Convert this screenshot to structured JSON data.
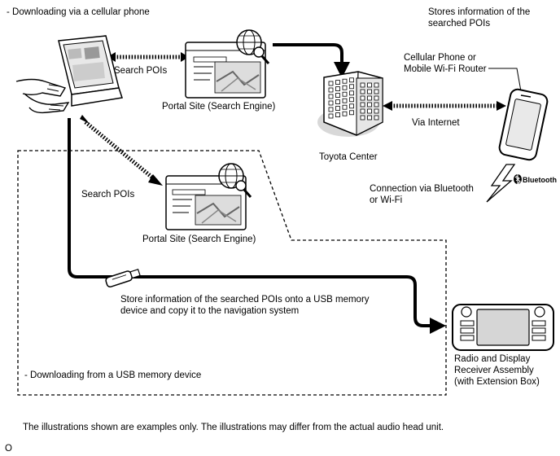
{
  "heading_cellular": "- Downloading via a cellular phone",
  "stores_info": "Stores information of the\nsearched POIs",
  "cellular_phone": "Cellular Phone or\nMobile Wi-Fi Router",
  "search_pois_top": "Search POIs",
  "portal_site_top": "Portal Site (Search Engine)",
  "via_internet": "Via Internet",
  "toyota_center": "Toyota Center",
  "bluetooth_brand": "Bluetooth",
  "connection": "Connection via Bluetooth\nor Wi-Fi",
  "search_pois_bottom": "Search POIs",
  "portal_site_bottom": "Portal Site (Search Engine)",
  "store_info": "Store information of the searched POIs onto a USB memory\ndevice and copy it to the navigation system",
  "radio_label": "Radio and Display\nReceiver Assembly\n(with Extension Box)",
  "heading_usb": "- Downloading from a USB memory device",
  "footnote": "The illustrations shown are examples only. The illustrations may differ from the actual audio head unit.",
  "figure_id": "O"
}
